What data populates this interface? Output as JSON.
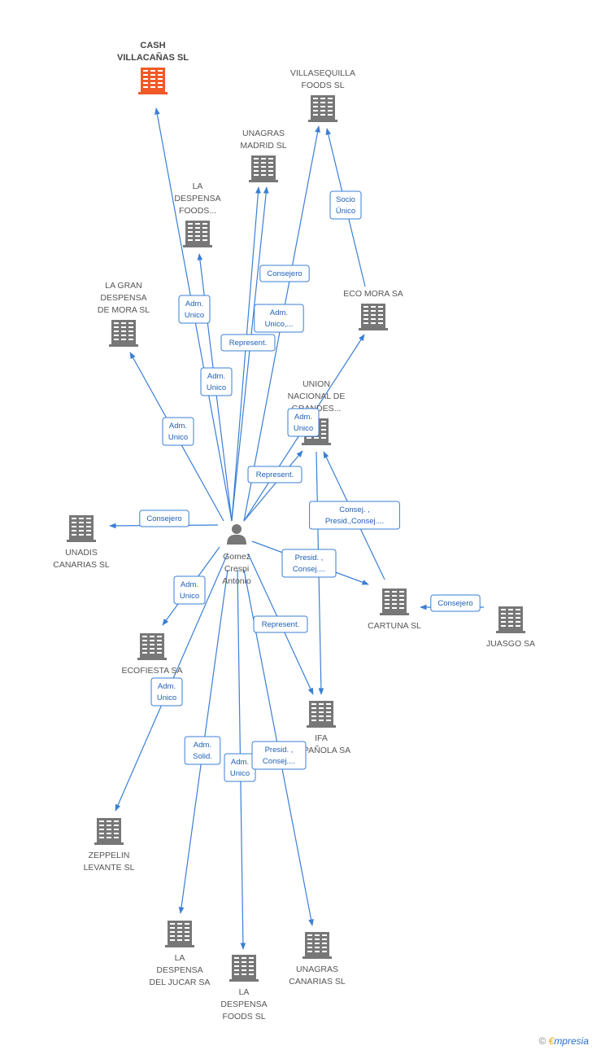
{
  "center": {
    "name": "Gomez Crespi Antonio",
    "lines": [
      "Gomez",
      "Crespi",
      "Antonio"
    ]
  },
  "nodes": [
    {
      "id": "cash",
      "lines": [
        "CASH",
        "VILLACAÑAS SL"
      ],
      "target": true
    },
    {
      "id": "villasequilla",
      "lines": [
        "VILLASEQUILLA",
        "FOODS SL"
      ]
    },
    {
      "id": "unagras_madrid",
      "lines": [
        "UNAGRAS",
        "MADRID SL"
      ]
    },
    {
      "id": "la_despensa_foods_top",
      "lines": [
        "LA",
        "DESPENSA",
        "FOODS..."
      ]
    },
    {
      "id": "la_gran_despensa",
      "lines": [
        "LA GRAN",
        "DESPENSA",
        "DE MORA SL"
      ]
    },
    {
      "id": "eco_mora",
      "lines": [
        "ECO MORA SA"
      ]
    },
    {
      "id": "union_nacional",
      "lines": [
        "UNION",
        "NACIONAL DE",
        "GRANDES..."
      ]
    },
    {
      "id": "unadis",
      "lines": [
        "UNADIS",
        "CANARIAS SL"
      ]
    },
    {
      "id": "cartuna",
      "lines": [
        "CARTUNA SL"
      ]
    },
    {
      "id": "juasgo",
      "lines": [
        "JUASGO SA"
      ]
    },
    {
      "id": "ecofiesta",
      "lines": [
        "ECOFIESTA SA"
      ]
    },
    {
      "id": "ifa",
      "lines": [
        "IFA",
        "ESPAÑOLA SA"
      ]
    },
    {
      "id": "zeppelin",
      "lines": [
        "ZEPPELIN",
        "LEVANTE SL"
      ]
    },
    {
      "id": "la_despensa_jucar",
      "lines": [
        "LA",
        "DESPENSA",
        "DEL JUCAR SA"
      ]
    },
    {
      "id": "la_despensa_foods_bottom",
      "lines": [
        "LA",
        "DESPENSA",
        "FOODS SL"
      ]
    },
    {
      "id": "unagras_canarias",
      "lines": [
        "UNAGRAS",
        "CANARIAS SL"
      ]
    }
  ],
  "edges": [
    {
      "from": "center",
      "to": "cash",
      "label": [
        "Adm.",
        "Unico"
      ]
    },
    {
      "from": "center",
      "to": "la_despensa_foods_top",
      "label": [
        "Adm.",
        "Unico"
      ]
    },
    {
      "from": "center",
      "to": "unagras_madrid",
      "label": [
        "Represent."
      ]
    },
    {
      "from": "center",
      "to": "unagras_madrid",
      "label": [
        "Adm.",
        "Unico,..."
      ]
    },
    {
      "from": "center",
      "to": "villasequilla",
      "label": [
        "Consejero"
      ]
    },
    {
      "from": "center",
      "to": "la_gran_despensa",
      "label": [
        "Adm.",
        "Unico"
      ]
    },
    {
      "from": "center",
      "to": "eco_mora",
      "label": [
        "Adm.",
        "Unico"
      ]
    },
    {
      "from": "center",
      "to": "union_nacional",
      "label": [
        "Represent."
      ]
    },
    {
      "from": "center",
      "to": "unadis",
      "label": [
        "Consejero"
      ]
    },
    {
      "from": "center",
      "to": "cartuna",
      "label": [
        "Presid. ,",
        "Consej...."
      ]
    },
    {
      "from": "center",
      "to": "ecofiesta",
      "label": [
        "Adm.",
        "Unico"
      ]
    },
    {
      "from": "center",
      "to": "zeppelin",
      "label": [
        "Adm.",
        "Unico"
      ]
    },
    {
      "from": "center",
      "to": "ifa",
      "label": [
        "Represent."
      ]
    },
    {
      "from": "center",
      "to": "la_despensa_jucar",
      "label": [
        "Adm.",
        "Solid."
      ]
    },
    {
      "from": "center",
      "to": "la_despensa_foods_bottom",
      "label": [
        "Adm.",
        "Unico"
      ]
    },
    {
      "from": "center",
      "to": "unagras_canarias",
      "label": [
        "Presid. ,",
        "Consej...."
      ]
    },
    {
      "from": "eco_mora",
      "to": "villasequilla",
      "label": [
        "Socio",
        "Único"
      ]
    },
    {
      "from": "cartuna",
      "to": "union_nacional",
      "label": [
        "Consej. ,",
        "Presid.,Consej...."
      ]
    },
    {
      "from": "union_nacional",
      "to": "ifa",
      "label": []
    },
    {
      "from": "juasgo",
      "to": "cartuna",
      "label": [
        "Consejero"
      ]
    }
  ],
  "footer": {
    "copyright": "©",
    "brand_e": "€",
    "brand_rest": "mpresia"
  },
  "colors": {
    "edge": "#3a7fd5",
    "building": "#777777",
    "target": "#f05a28"
  }
}
